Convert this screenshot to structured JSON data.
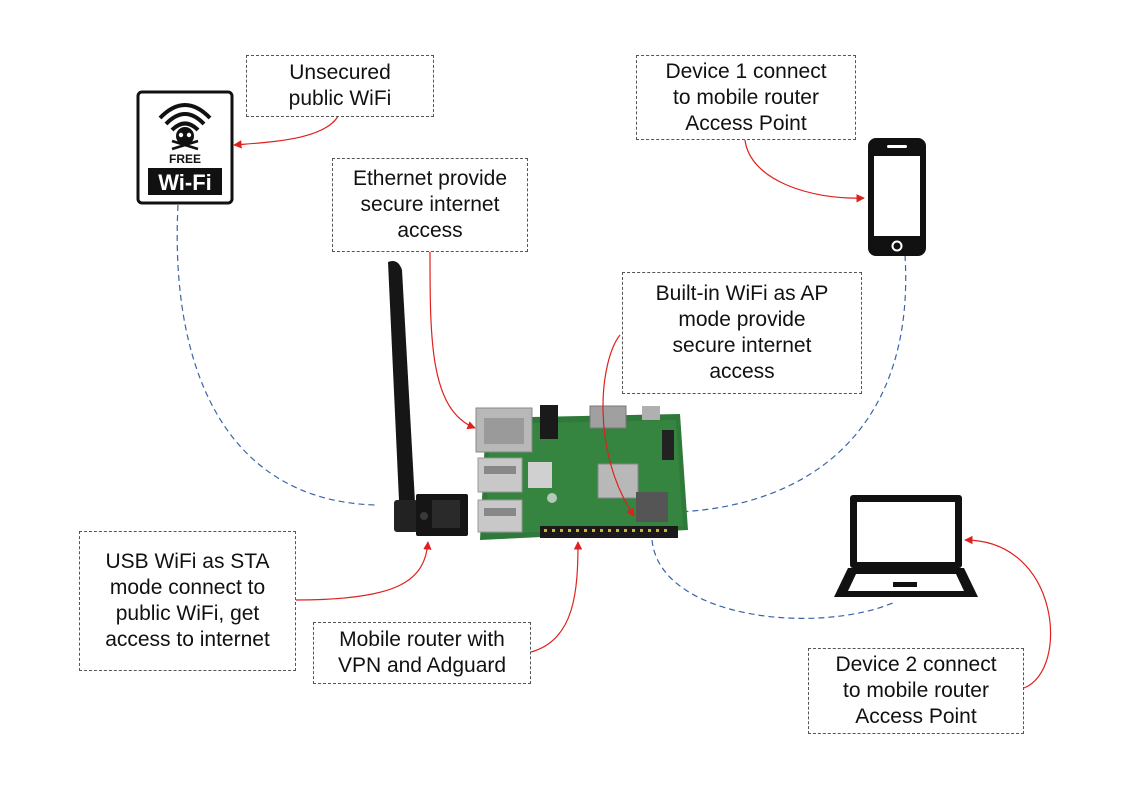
{
  "wifi_sign": {
    "line1": "FREE",
    "line2": "Wi-Fi"
  },
  "callouts": {
    "unsecured_wifi": [
      "Unsecured",
      "public WiFi"
    ],
    "device1": [
      "Device 1 connect",
      "to mobile router",
      "Access Point"
    ],
    "ethernet": [
      "Ethernet provide",
      "secure internet",
      "access"
    ],
    "builtin_wifi": [
      "Built-in WiFi as AP",
      "mode provide",
      "secure internet",
      "access"
    ],
    "usb_wifi": [
      "USB WiFi as STA",
      "mode connect to",
      "public WiFi, get",
      "access to internet"
    ],
    "mobile_router": [
      "Mobile router with",
      "VPN and Adguard"
    ],
    "device2": [
      "Device 2 connect",
      "to mobile router",
      "Access Point"
    ]
  },
  "colors": {
    "pointer_arrow": "#e0201e",
    "wireless_link": "#3a64a8",
    "board_green": "#2f7a3a",
    "callout_border": "#555555"
  },
  "icons": [
    "free-wifi-sign-icon",
    "smartphone-icon",
    "laptop-icon",
    "raspberry-pi-board",
    "usb-wifi-adapter-icon",
    "antenna-icon"
  ]
}
